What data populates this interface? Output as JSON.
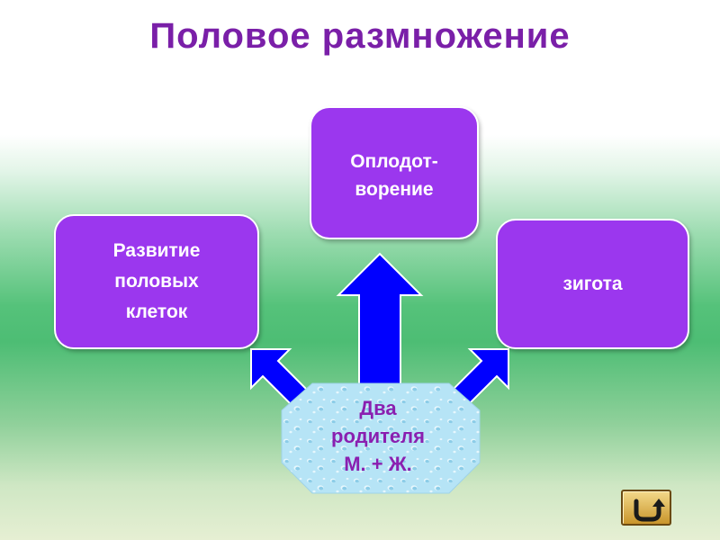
{
  "title": "Половое размножение",
  "boxes": {
    "top": "Оплодот-\nворение",
    "left": "Развитие\nполовых\nклеток",
    "right": "зигота"
  },
  "center": "Два\nродителя\nМ. + Ж.",
  "colors": {
    "title": "#7a1fa8",
    "box_fill": "#9b37ee",
    "arrow": "#0000ff",
    "center_text": "#8a1fb0",
    "center_fill": "#b8e6f7"
  },
  "icons": {
    "back_button": "return-arrow-icon"
  }
}
